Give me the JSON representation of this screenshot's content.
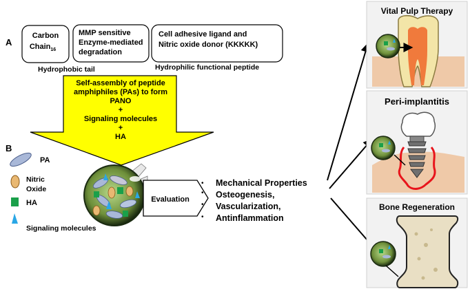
{
  "section_a": {
    "letter": "A",
    "box1": {
      "line1": "Carbon",
      "line2": "Chain",
      "subscript": "16"
    },
    "box2": {
      "line1": "MMP sensitive",
      "line2": "Enzyme-mediated",
      "line3": "degradation"
    },
    "box3": {
      "line1": "Cell adhesive ligand and",
      "line2": "Nitric oxide donor (KKKKK)"
    },
    "hydrophobic_label": "Hydrophobic tail",
    "hydrophilic_label": "Hydrophilic functional peptide"
  },
  "yellow_arrow": {
    "line1": "Self-assembly of peptide",
    "line2": "amphiphiles (PAs) to form",
    "line3": "PANO",
    "plus1": "+",
    "line4": "Signaling molecules",
    "plus2": "+",
    "line5": "HA"
  },
  "section_b": {
    "letter": "B",
    "legend": {
      "pa": "PA",
      "no_line1": "Nitric",
      "no_line2": "Oxide",
      "ha": "HA",
      "signaling": "Signaling molecules"
    }
  },
  "evaluation": {
    "label": "Evaluation",
    "items": [
      "Mechanical Properties",
      "Osteogenesis,",
      "Vascularization,",
      "Antinflammation"
    ],
    "bullet": "•"
  },
  "outcomes": {
    "vital_pulp": "Vital Pulp Therapy",
    "peri_implantitis": "Peri-implantitis",
    "bone_regen": "Bone Regeneration"
  },
  "colors": {
    "yellow": "#ffff00",
    "red": "#e8141b",
    "gum": "#efc9a8",
    "dentin": "#f3e5a8",
    "pulp": "#f07a3c",
    "bone": "#e9dfc4",
    "panel": "#f2f2f2"
  }
}
